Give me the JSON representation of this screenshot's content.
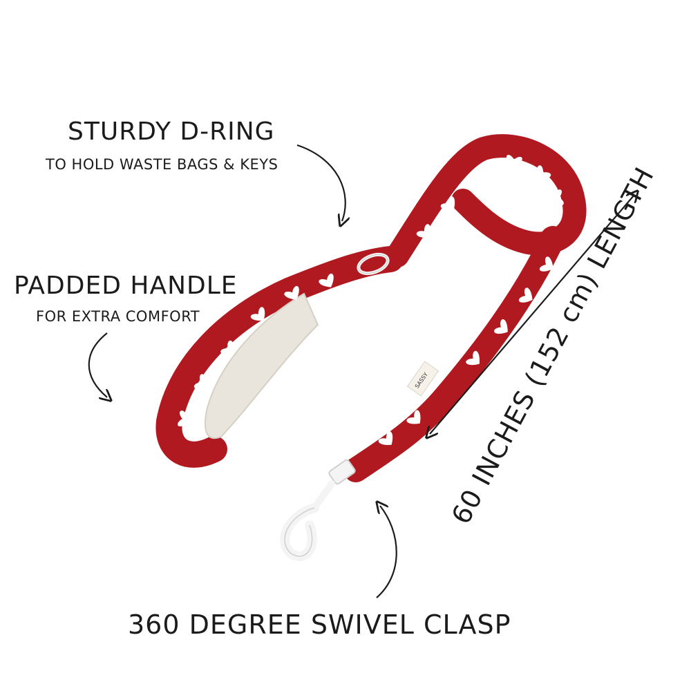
{
  "callouts": {
    "dring": {
      "title": "STURDY D-RING",
      "subtitle": "TO HOLD WASTE BAGS & KEYS"
    },
    "handle": {
      "title": "PADDED HANDLE",
      "subtitle": "FOR EXTRA COMFORT"
    },
    "clasp": {
      "title": "360 DEGREE SWIVEL CLASP"
    },
    "length": {
      "title": "60 INCHES (152 cm) LENGTH"
    }
  },
  "product": {
    "brand_tag": "SASSY",
    "leash_color": "#b0191f",
    "heart_color": "#ffffff",
    "padding_color": "#e9e4dc",
    "hardware_color": "#f4f4f4"
  }
}
